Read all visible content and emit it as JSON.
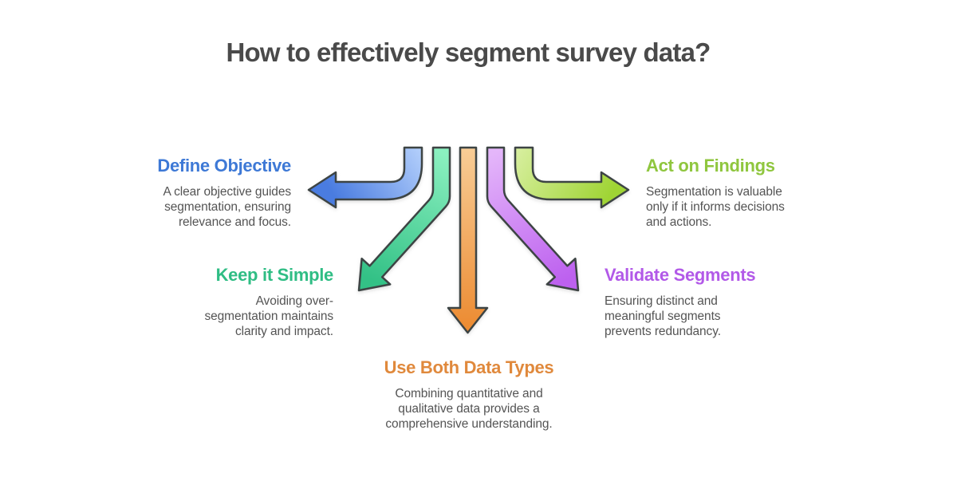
{
  "title": "How to effectively segment survey data?",
  "title_color": "#4a4a4a",
  "body_color": "#545454",
  "background_color": "#ffffff",
  "outline_color": "#3d4444",
  "items": [
    {
      "id": "define-objective",
      "heading": "Define Objective",
      "heading_color": "#3e79d6",
      "lines": [
        "A clear objective guides",
        "segmentation, ensuring",
        "relevance and focus."
      ],
      "arrow": {
        "name": "curved-left-arrow",
        "direction": "left",
        "gradient_from": "#b3cffb",
        "gradient_to": "#4a7ce0"
      }
    },
    {
      "id": "act-on-findings",
      "heading": "Act on Findings",
      "heading_color": "#8fc63e",
      "lines": [
        "Segmentation is valuable",
        "only if it informs decisions",
        "and actions."
      ],
      "arrow": {
        "name": "curved-right-arrow",
        "direction": "right",
        "gradient_from": "#d8efa0",
        "gradient_to": "#9fd434"
      }
    },
    {
      "id": "keep-it-simple",
      "heading": "Keep it Simple",
      "heading_color": "#2fbd84",
      "lines": [
        "Avoiding over-",
        "segmentation maintains",
        "clarity and impact."
      ],
      "arrow": {
        "name": "diagonal-down-left-arrow",
        "direction": "down-left",
        "gradient_from": "#8bf0c0",
        "gradient_to": "#33c186"
      }
    },
    {
      "id": "validate-segments",
      "heading": "Validate Segments",
      "heading_color": "#b259e8",
      "lines": [
        "Ensuring distinct and",
        "meaningful segments",
        "prevents redundancy."
      ],
      "arrow": {
        "name": "diagonal-down-right-arrow",
        "direction": "down-right",
        "gradient_from": "#e4b6fa",
        "gradient_to": "#bd61ef"
      }
    },
    {
      "id": "use-both-data-types",
      "heading": "Use Both Data Types",
      "heading_color": "#e0893c",
      "lines": [
        "Combining quantitative and",
        "qualitative data provides a",
        "comprehensive understanding."
      ],
      "arrow": {
        "name": "straight-down-arrow",
        "direction": "down",
        "gradient_from": "#f8cd96",
        "gradient_to": "#ec8a30"
      }
    }
  ]
}
